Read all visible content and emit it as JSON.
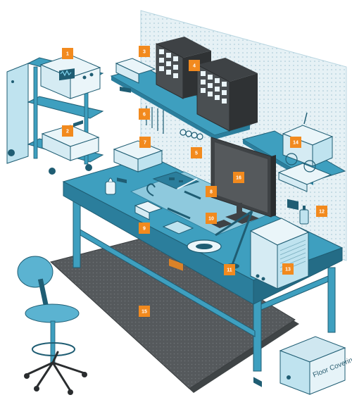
{
  "badges": [
    "1",
    "2",
    "3",
    "4",
    "5",
    "6",
    "7",
    "8",
    "9",
    "10",
    "11",
    "12",
    "13",
    "14",
    "15",
    "16"
  ],
  "box_label": "Floor Covering",
  "colors": {
    "accent": "#f28a1e",
    "teal": "#3e9fbf",
    "teal_dark": "#2b7e9c",
    "teal_light": "#bfe3ef",
    "outline": "#1f5d73",
    "mat": "#55595c",
    "pegboard": "#dfeef4",
    "instrument": "#eaf5f9"
  },
  "icons": [
    "chair-icon",
    "stereo-microscope-icon",
    "computer-monitor-icon",
    "power-supply-icon",
    "oscilloscope-icon",
    "soldering-iron-icon",
    "parts-drawer-icon",
    "magnifier-lamp-icon"
  ]
}
